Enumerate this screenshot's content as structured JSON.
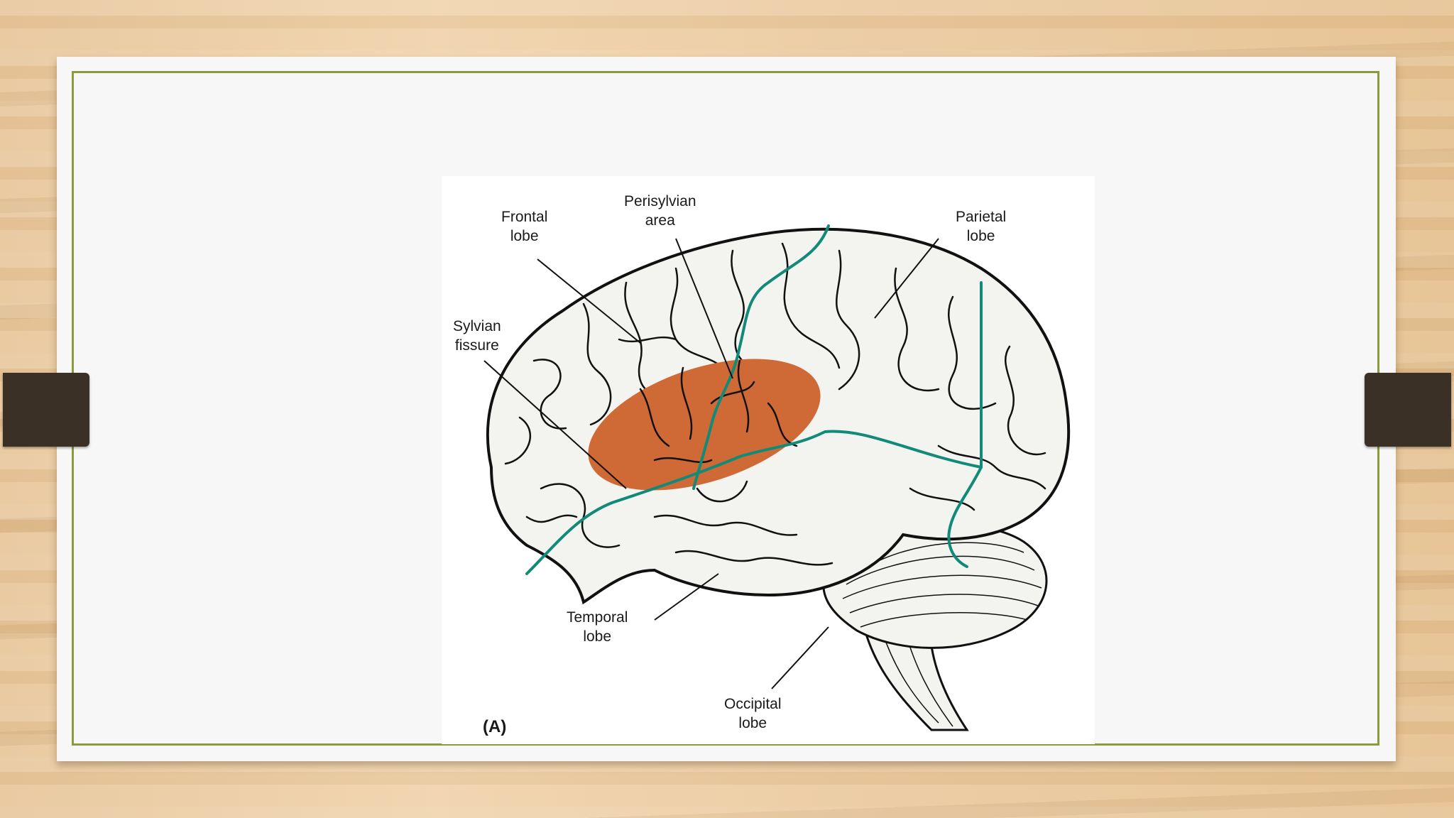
{
  "slide": {
    "figure": {
      "labels": {
        "frontal_lobe": [
          "Frontal",
          "lobe"
        ],
        "perisylvian_area": [
          "Perisylvian",
          "area"
        ],
        "parietal_lobe": [
          "Parietal",
          "lobe"
        ],
        "sylvian_fissure": [
          "Sylvian",
          "fissure"
        ],
        "temporal_lobe": [
          "Temporal",
          "lobe"
        ],
        "occipital_lobe": [
          "Occipital",
          "lobe"
        ]
      },
      "tag": "(A)"
    },
    "colors": {
      "highlight_area": "#cf6a36",
      "lobe_boundaries": "#128a78",
      "slide_border": "#8a9a3c",
      "binder_tabs": "#3b3026"
    }
  }
}
